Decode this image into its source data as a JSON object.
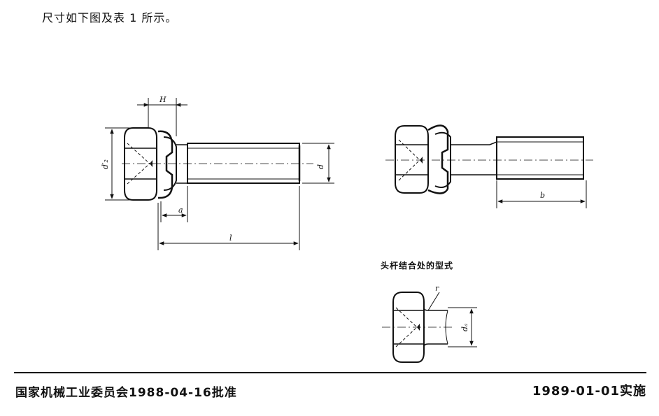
{
  "intro_text": "尺寸如下图及表 1 所示。",
  "figure_labels": {
    "H": "H",
    "d2": "d′₂",
    "d": "d",
    "a": "a",
    "l": "l",
    "b": "b",
    "r": "r",
    "da": "dₐ"
  },
  "detail_caption": "头杆结合处的型式",
  "footer": {
    "approval": "国家机械工业委员会1988-04-16批准",
    "effective": "1989-01-01实施"
  }
}
